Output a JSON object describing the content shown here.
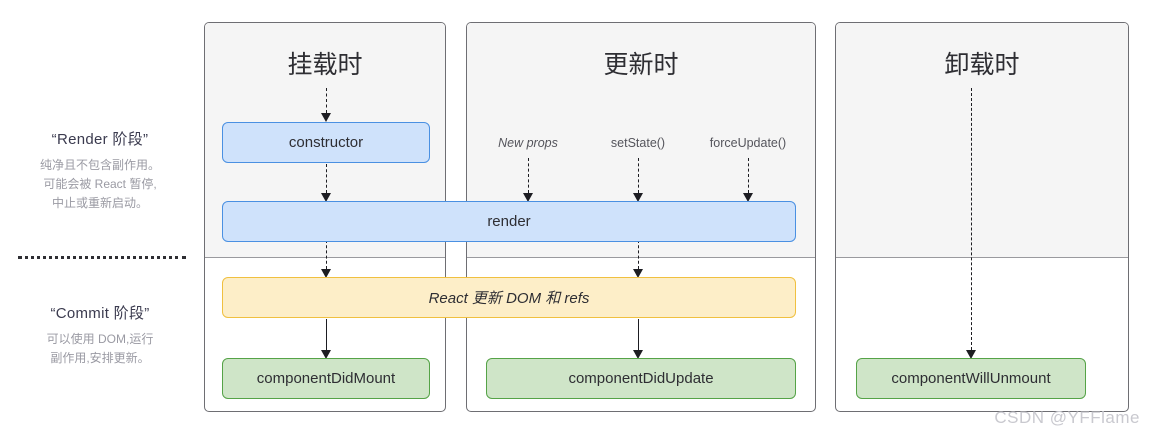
{
  "diagram": {
    "title_hidden": "",
    "watermark": "CSDN @YFFlame"
  },
  "legend": [
    {
      "title": "“Render 阶段”",
      "desc_lines": [
        "纯净且不包含副作用。",
        "可能会被 React 暂停,",
        "中止或重新启动。"
      ]
    },
    {
      "title": "“Commit 阶段”",
      "desc_lines": [
        "可以使用 DOM,运行",
        "副作用,安排更新。"
      ]
    }
  ],
  "columns": [
    {
      "title": "挂载时"
    },
    {
      "title": "更新时"
    },
    {
      "title": "卸载时"
    }
  ],
  "triggers": [
    {
      "label": "New props",
      "italic": true
    },
    {
      "label": "setState()",
      "italic": false
    },
    {
      "label": "forceUpdate()",
      "italic": false
    }
  ],
  "nodes": {
    "constructor": "constructor",
    "render": "render",
    "commit_dom": "React 更新 DOM 和 refs",
    "did_mount": "componentDidMount",
    "did_update": "componentDidUpdate",
    "will_unmount": "componentWillUnmount"
  },
  "colors": {
    "blue_fill": "#cfe2fb",
    "blue_border": "#4a90e2",
    "yellow_fill": "#fdeec8",
    "yellow_border": "#f0c040",
    "green_fill": "#cfe5c8",
    "green_border": "#55a347",
    "render_phase_bg": "#f5f5f5",
    "column_border": "#6e6e73",
    "arrow": "#1d1d22",
    "watermark": "#c9c9cf"
  }
}
